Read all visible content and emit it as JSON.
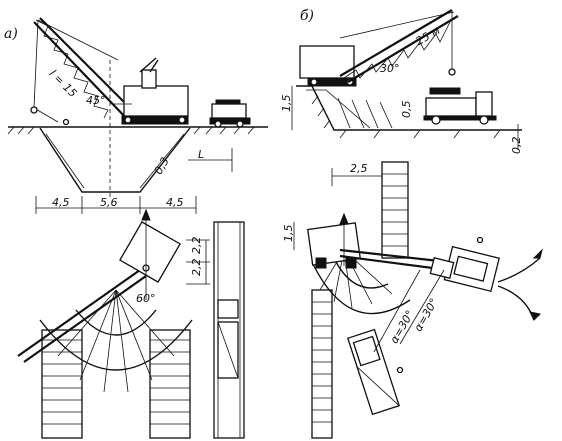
{
  "panels": {
    "a": {
      "label": "a)"
    },
    "b": {
      "label": "б)"
    }
  },
  "labels_a": {
    "boom_length": "l = 15",
    "boom_angle": "45°",
    "dim_L": "L",
    "slope": "0,3",
    "dim_left": "4,5",
    "dim_mid": "5,6",
    "dim_right": "4,5",
    "plan_dim_1": "2,2",
    "plan_dim_2": "2,2",
    "plan_angle": "60°"
  },
  "labels_b": {
    "boom_angle": "30°",
    "boom_length": "25 м",
    "left_height": "1,5",
    "truck_height": "0,5",
    "right_depth": "0,2",
    "plan_top": "2,5",
    "plan_left": "1,5",
    "plan_angle_1": "α=30°",
    "plan_angle_2": "α=30°"
  }
}
